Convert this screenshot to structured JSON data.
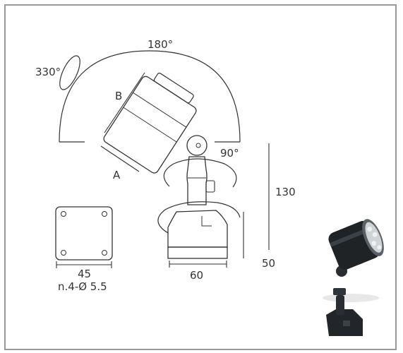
{
  "labels": {
    "angle_top": "180°",
    "angle_rotate": "330°",
    "angle_tilt": "90°",
    "dim_b": "B",
    "dim_a": "A",
    "height_total": "130",
    "height_base": "50",
    "base_width": "60",
    "plate_size": "45",
    "plate_holes": "n.4-Ø 5.5"
  },
  "colors": {
    "line": "#333333",
    "frame": "#9a9a9a",
    "product_body": "#1f2326",
    "led": "#cfd3d6"
  }
}
